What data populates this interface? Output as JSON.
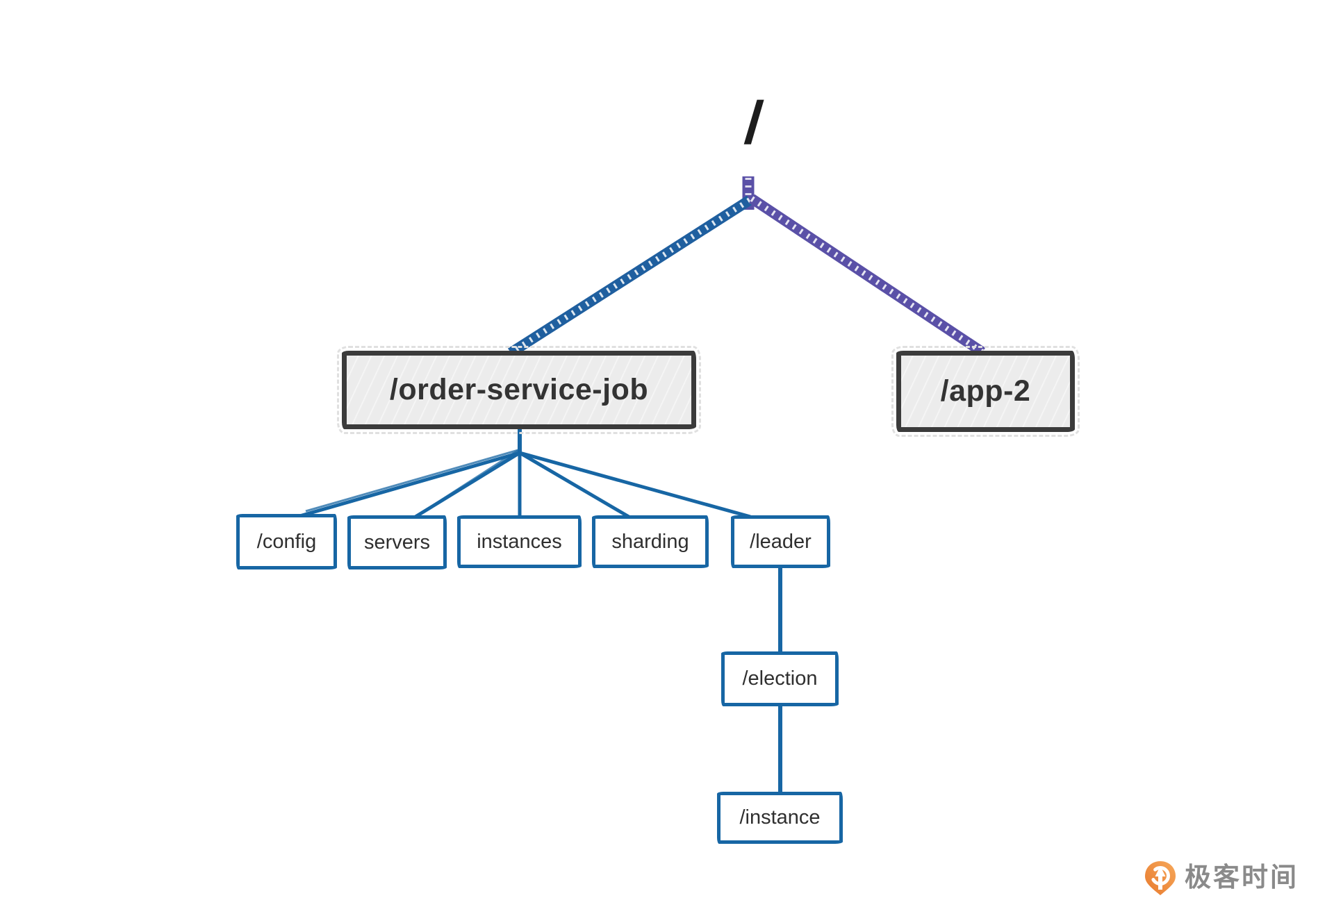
{
  "diagram": {
    "title_hint": "znode tree",
    "root": {
      "label": "/"
    },
    "parents": [
      {
        "id": "order-service-job",
        "label": "/order-service-job"
      },
      {
        "id": "app-2",
        "label": "/app-2"
      }
    ],
    "children": [
      {
        "label": "/config"
      },
      {
        "label": "servers"
      },
      {
        "label": "instances"
      },
      {
        "label": "sharding"
      },
      {
        "label": "/leader"
      }
    ],
    "leader_descendants": [
      {
        "label": "/election"
      },
      {
        "label": "/instance"
      }
    ],
    "colors": {
      "edge_blue": "#1f5f9f",
      "edge_purple": "#5a50a7",
      "connector_blue": "#1766a4",
      "parent_border": "#3b3b3b",
      "parent_fill": "#ececec",
      "child_border": "#1766a4",
      "text": "#333333",
      "hatch_white": "#ffffff"
    }
  },
  "branding": {
    "logo_text": "极客时间",
    "logo_orange": "#ee8335",
    "logo_text_color": "#8a8a8a"
  }
}
